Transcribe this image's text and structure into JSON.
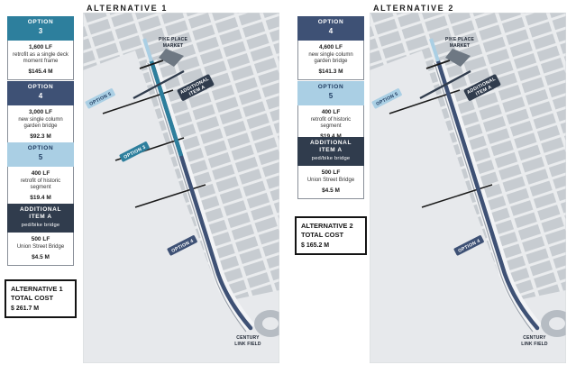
{
  "colors": {
    "option3_teal": "#2d7f9d",
    "option4_navy": "#3e5175",
    "option5_light_blue": "#aacfe4",
    "additional_item_slate": "#303c4d",
    "map_block_gray": "#c7ccd1"
  },
  "alt1": {
    "title": "ALTERNATIVE 1",
    "legend": [
      {
        "header1": "OPTION",
        "header2": "3",
        "length": "1,600 LF",
        "desc": "retrofit as a single deck moment frame",
        "cost": "$145.4 M"
      },
      {
        "header1": "OPTION",
        "header2": "4",
        "length": "3,000 LF",
        "desc": "new single column garden bridge",
        "cost": "$92.3 M"
      },
      {
        "header1": "OPTION",
        "header2": "5",
        "length": "400 LF",
        "desc": "retrofit of historic segment",
        "cost": "$19.4 M"
      },
      {
        "header1": "ADDITIONAL",
        "header2": "ITEM A",
        "header3": "ped/bike bridge",
        "length": "500 LF",
        "desc": "Union Street Bridge",
        "cost": "$4.5 M"
      }
    ],
    "total": {
      "line1": "ALTERNATIVE 1",
      "line2": "TOTAL COST",
      "cost": "$ 261.7 M"
    },
    "map": {
      "pike1": "PIKE PLACE",
      "pike2": "MARKET",
      "additional1": "ADDITIONAL",
      "additional2": "ITEM A",
      "option5": "OPTION 5",
      "option3": "OPTION 3",
      "option4": "OPTION 4",
      "stadium1": "CENTURY",
      "stadium2": "LINK FIELD"
    }
  },
  "alt2": {
    "title": "ALTERNATIVE 2",
    "legend": [
      {
        "header1": "OPTION",
        "header2": "4",
        "length": "4,600 LF",
        "desc": "new single column garden bridge",
        "cost": "$141.3 M"
      },
      {
        "header1": "OPTION",
        "header2": "5",
        "length": "400 LF",
        "desc": "retrofit of historic segment",
        "cost": "$19.4 M"
      },
      {
        "header1": "ADDITIONAL",
        "header2": "ITEM A",
        "header3": "ped/bike bridge",
        "length": "500 LF",
        "desc": "Union Street Bridge",
        "cost": "$4.5 M"
      }
    ],
    "total": {
      "line1": "ALTERNATIVE 2",
      "line2": "TOTAL COST",
      "cost": "$ 165.2 M"
    },
    "map": {
      "pike1": "PIKE PLACE",
      "pike2": "MARKET",
      "additional1": "ADDITIONAL",
      "additional2": "ITEM A",
      "option5": "OPTION 5",
      "option4": "OPTION 4",
      "stadium1": "CENTURY",
      "stadium2": "LINK FIELD"
    }
  }
}
